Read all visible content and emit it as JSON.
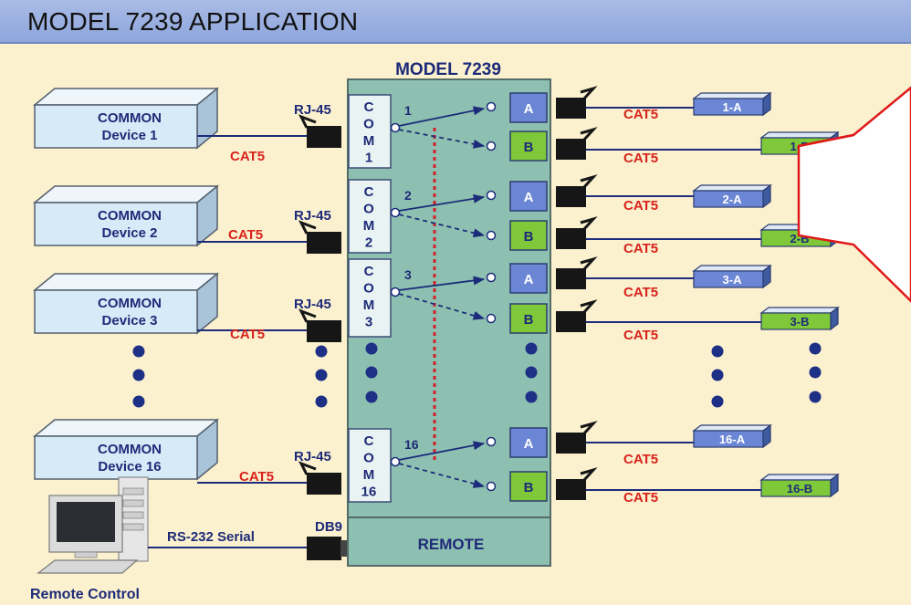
{
  "header": {
    "title": "MODEL 7239 APPLICATION"
  },
  "switch": {
    "title": "MODEL 7239",
    "remote_label": "REMOTE",
    "port_a": "A",
    "port_b": "B"
  },
  "connectors": {
    "rj45": "RJ-45",
    "db9": "DB9",
    "cable": "CAT5",
    "serial": "RS-232 Serial"
  },
  "common_devices": [
    {
      "line1": "COMMON",
      "line2": "Device 1"
    },
    {
      "line1": "COMMON",
      "line2": "Device 2"
    },
    {
      "line1": "COMMON",
      "line2": "Device 3"
    },
    {
      "line1": "COMMON",
      "line2": "Device 16"
    }
  ],
  "com_ports": [
    {
      "letters": [
        "C",
        "O",
        "M",
        "1"
      ],
      "number": "1"
    },
    {
      "letters": [
        "C",
        "O",
        "M",
        "2"
      ],
      "number": "2"
    },
    {
      "letters": [
        "C",
        "O",
        "M",
        "3"
      ],
      "number": "3"
    },
    {
      "letters": [
        "C",
        "O",
        "M",
        "16"
      ],
      "number": "16"
    }
  ],
  "targets": [
    "1-A",
    "1-B",
    "2-A",
    "2-B",
    "3-A",
    "3-B",
    "16-A",
    "16-B"
  ],
  "remote_control": {
    "label": "Remote Control"
  },
  "colors": {
    "background": "#fbf1cf",
    "title_bar": "#9fb3e3",
    "switch_body": "#8dc0b0",
    "port_a": "#6b86d4",
    "port_b": "#7ec83a",
    "cable_label": "#d8231c",
    "wire": "#1c2c7a",
    "device_box": "#d7eaf7",
    "callout": "#e01818"
  }
}
